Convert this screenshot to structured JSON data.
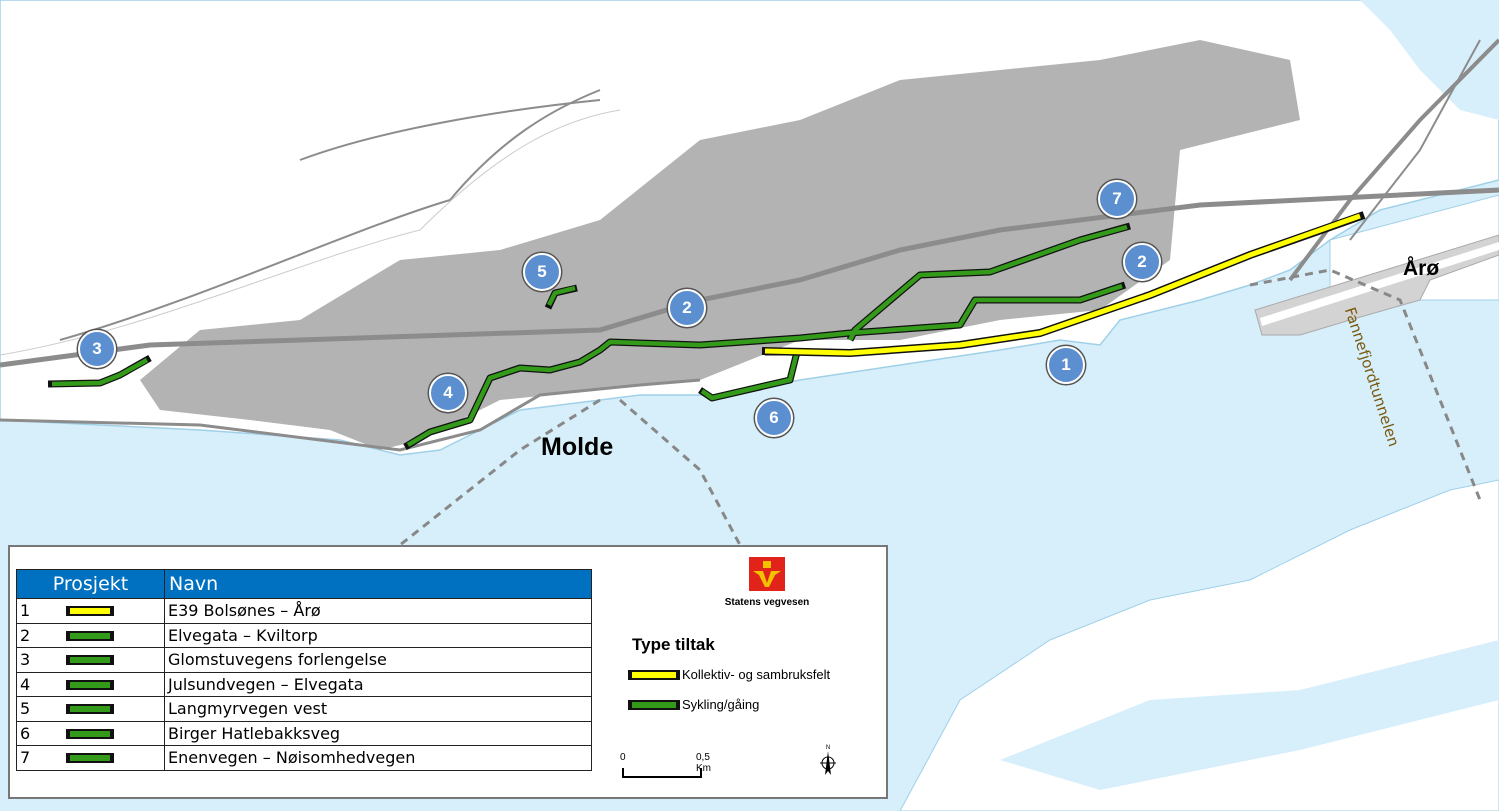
{
  "map": {
    "place_labels": {
      "town": "Molde",
      "aro": "Årø",
      "tunnel": "Fannefjordtunnelen"
    },
    "markers": [
      "7",
      "2",
      "5",
      "2",
      "3",
      "1",
      "4",
      "6"
    ],
    "colors": {
      "water": "#d7effa",
      "land": "#ffffff",
      "built_up": "#b3b3b3",
      "road": "#8c8c8c",
      "bus_lane": "#ffff00",
      "cycling": "#339a1a",
      "marker": "#5b8fd0"
    }
  },
  "legend": {
    "table": {
      "headers": [
        "Prosjekt",
        "Navn"
      ],
      "rows": [
        {
          "id": "1",
          "name": "E39 Bolsønes – Årø",
          "type": "yellow"
        },
        {
          "id": "2",
          "name": "Elvegata – Kviltorp",
          "type": "green"
        },
        {
          "id": "3",
          "name": "Glomstuvegens forlengelse",
          "type": "green"
        },
        {
          "id": "4",
          "name": "Julsundvegen – Elvegata",
          "type": "green"
        },
        {
          "id": "5",
          "name": "Langmyrvegen vest",
          "type": "green"
        },
        {
          "id": "6",
          "name": "Birger Hatlebakksveg",
          "type": "green"
        },
        {
          "id": "7",
          "name": "Enenvegen – Nøisomhedvegen",
          "type": "green"
        }
      ]
    },
    "logo_text": "Statens vegvesen",
    "type_title": "Type tiltak",
    "types": [
      "Kollektiv- og sambruksfelt",
      "Sykling/gåing"
    ],
    "scale": {
      "start": "0",
      "end": "0,5 Km"
    },
    "north": "N"
  }
}
